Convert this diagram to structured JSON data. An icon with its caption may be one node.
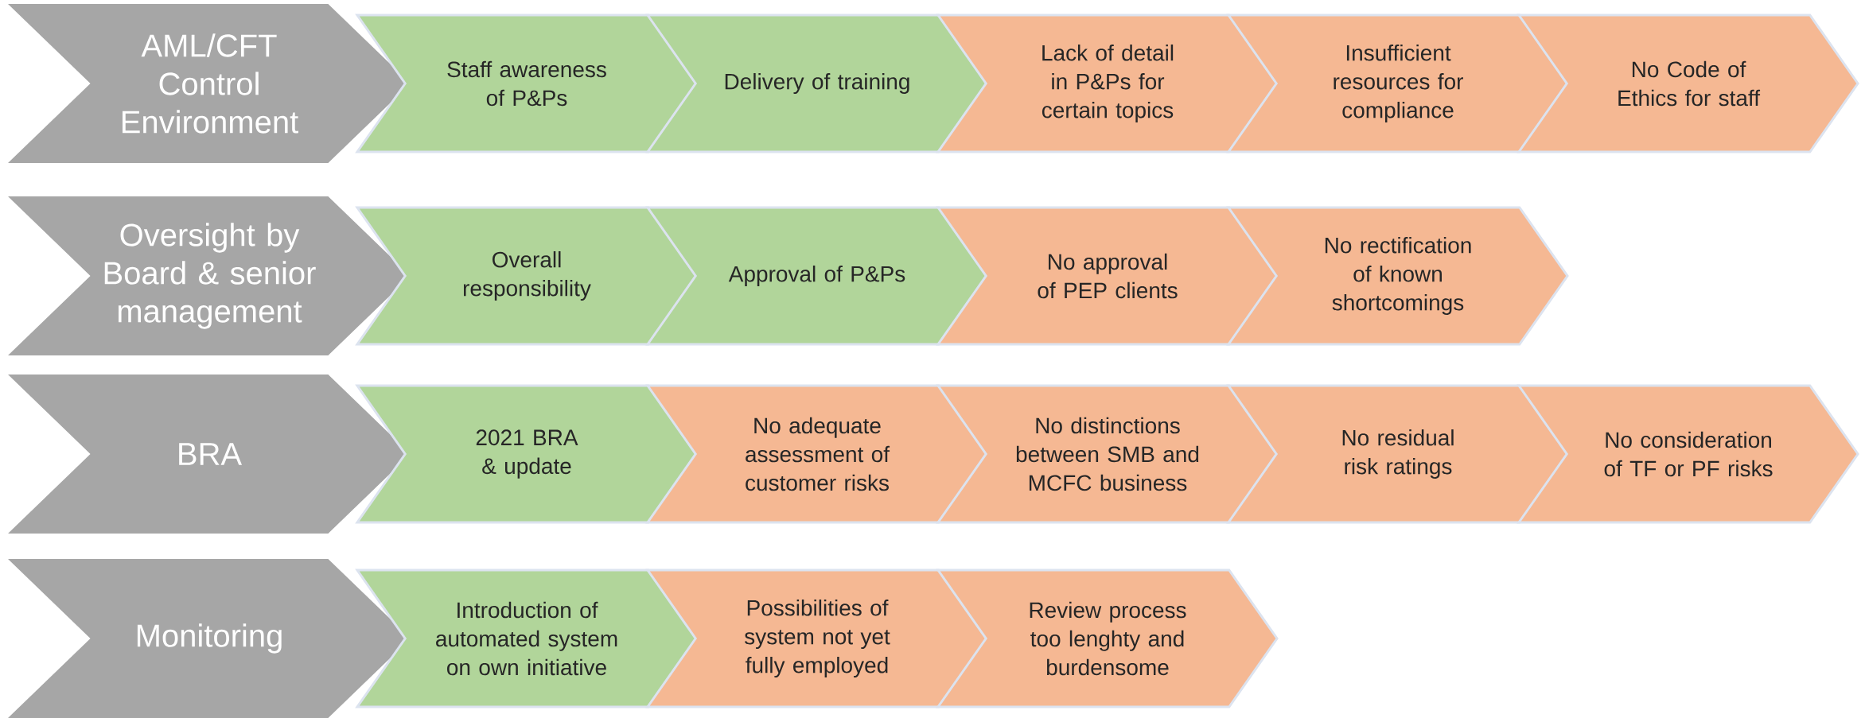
{
  "diagram": {
    "nodes": [
      {
        "text": [
          "AML/CFT Control Environment"
        ]
      },
      {
        "text": [
          "Staff awareness of P&Ps"
        ]
      },
      {
        "text": [
          "Delivery of training"
        ]
      },
      {
        "text": [
          "Lack of detail in P&Ps for certain topics"
        ]
      },
      {
        "text": [
          "Insufficient resources for compliance"
        ]
      },
      {
        "text": [
          "No Code of Ethics for staff"
        ]
      },
      {
        "text": [
          "Oversight by Board & senior management"
        ]
      },
      {
        "text": [
          "Overall responsibility"
        ]
      },
      {
        "text": [
          "Approval of P&Ps"
        ]
      },
      {
        "text": [
          "No approval of PEP clients"
        ]
      },
      {
        "text": [
          "No rectification of known shortcomings"
        ]
      },
      {
        "text": [
          "BRA"
        ]
      },
      {
        "text": [
          "2021 BRA & update"
        ]
      },
      {
        "text": [
          "No adequate assessment of customer risks"
        ]
      },
      {
        "text": [
          "No distinctions between SMB and MCFC business"
        ]
      },
      {
        "text": [
          "No residual risk ratings"
        ]
      },
      {
        "text": [
          "No consideration of TF or PF risks"
        ]
      },
      {
        "text": [
          "Monitoring"
        ]
      },
      {
        "text": [
          "Introduction of automated system on own initiative"
        ]
      },
      {
        "text": [
          "Possibilities of system not yet fully employed"
        ]
      },
      {
        "text": [
          "Review process too lenghty and burdensome"
        ]
      }
    ]
  }
}
